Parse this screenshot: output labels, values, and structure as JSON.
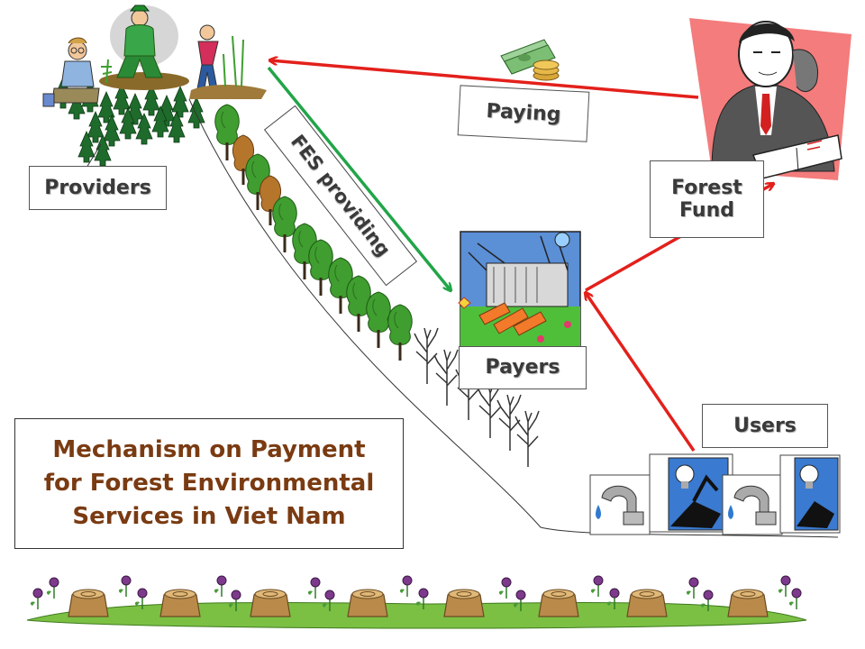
{
  "labels": {
    "providers": "Providers",
    "paying": "Paying",
    "fes_providing": "FES providing",
    "forest_fund_line1": "Forest",
    "forest_fund_line2": "Fund",
    "payers": "Payers",
    "users": "Users"
  },
  "title": {
    "line1": "Mechanism on Payment",
    "line2": "for Forest Environmental",
    "line3": "Services in Viet Nam"
  },
  "colors": {
    "arrow_red": "#e3201b",
    "arrow_green": "#21a548",
    "title_text": "#7a3b12",
    "label_text": "#3a3a3a",
    "fund_backdrop": "#f47c7c",
    "grass": "#7bc043",
    "flower": "#7d3a8c"
  },
  "icons": {
    "money": "money-stack-icon",
    "payer_factory": "power-plant-icon",
    "faucet": "faucet-icon",
    "bulb": "light-bulb-icon",
    "officer": "fund-officer-icon",
    "planters": "tree-planters-icon"
  }
}
